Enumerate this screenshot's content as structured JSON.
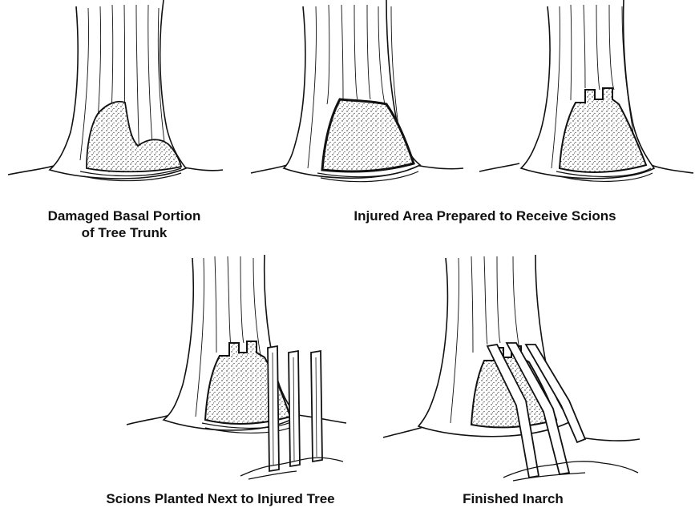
{
  "captions": {
    "damaged_line1": "Damaged Basal Portion",
    "damaged_line2": "of Tree Trunk",
    "prepared": "Injured Area Prepared to Receive Scions",
    "planted": "Scions Planted Next to Injured Tree",
    "finished": "Finished Inarch"
  },
  "colors": {
    "ink": "#111111",
    "paper": "#ffffff"
  }
}
